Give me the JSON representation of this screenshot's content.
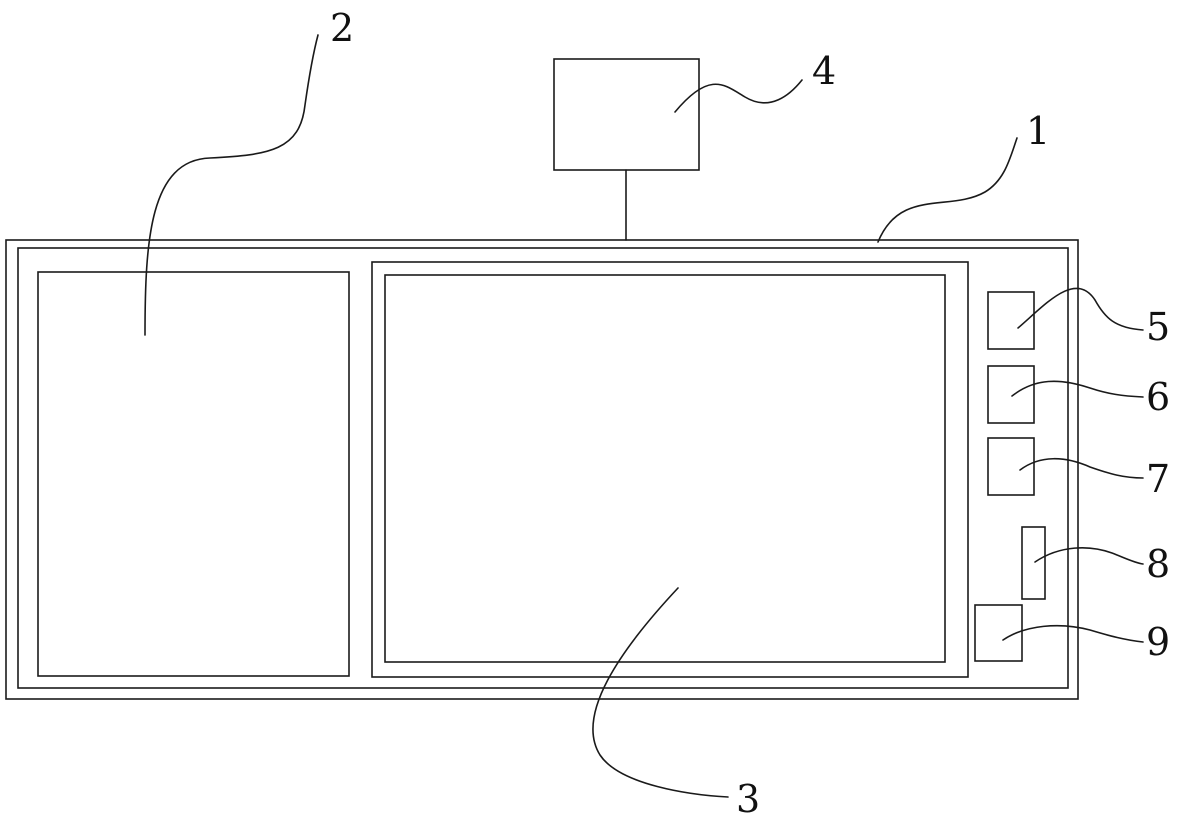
{
  "labels": {
    "housing": "1",
    "left_panel": "2",
    "main_screen": "3",
    "top_module": "4",
    "button_a": "5",
    "button_b": "6",
    "button_c": "7",
    "slot": "8",
    "button_d": "9"
  },
  "colors": {
    "line": "#1a1a1a",
    "background": "#ffffff"
  }
}
